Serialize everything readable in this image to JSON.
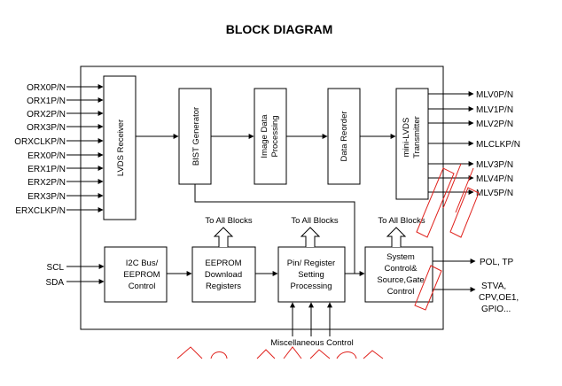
{
  "title": "BLOCK DIAGRAM",
  "inputs": [
    "ORX0P/N",
    "ORX1P/N",
    "ORX2P/N",
    "ORX3P/N",
    "ORXCLKP/N",
    "ERX0P/N",
    "ERX1P/N",
    "ERX2P/N",
    "ERX3P/N",
    "ERXCLKP/N"
  ],
  "outputs": [
    "MLV0P/N",
    "MLV1P/N",
    "MLV2P/N",
    "MLCLKP/N",
    "MLV3P/N",
    "MLV4P/N",
    "MLV5P/N"
  ],
  "blocks": {
    "lvds_receiver": "LVDS Receiver",
    "bist": "BIST  Generator",
    "image_l1": "Image Data",
    "image_l2": "Processing",
    "reorder": "Data Reorder",
    "tx_l1": "mini-LVDS",
    "tx_l2": "Transmitter",
    "i2c_l1": "I2C Bus/",
    "i2c_l2": "EEPROM",
    "i2c_l3": "Control",
    "eeprom_l1": "EEPROM",
    "eeprom_l2": "Download",
    "eeprom_l3": "Registers",
    "pin_l1": "Pin/ Register",
    "pin_l2": "Setting",
    "pin_l3": "Processing",
    "sys_l1": "System",
    "sys_l2": "Control&",
    "sys_l3": "Source,Gate",
    "sys_l4": "Control"
  },
  "to_all_blocks": "To All Blocks",
  "serial": {
    "scl": "SCL",
    "sda": "SDA"
  },
  "misc": "Miscellaneous Control",
  "ctrl_out": {
    "pol": "POL, TP",
    "stva": "STVA,",
    "cpv": "CPV,OE1,",
    "gpio": "GPIO..."
  },
  "watermark_color": "#e0201b"
}
